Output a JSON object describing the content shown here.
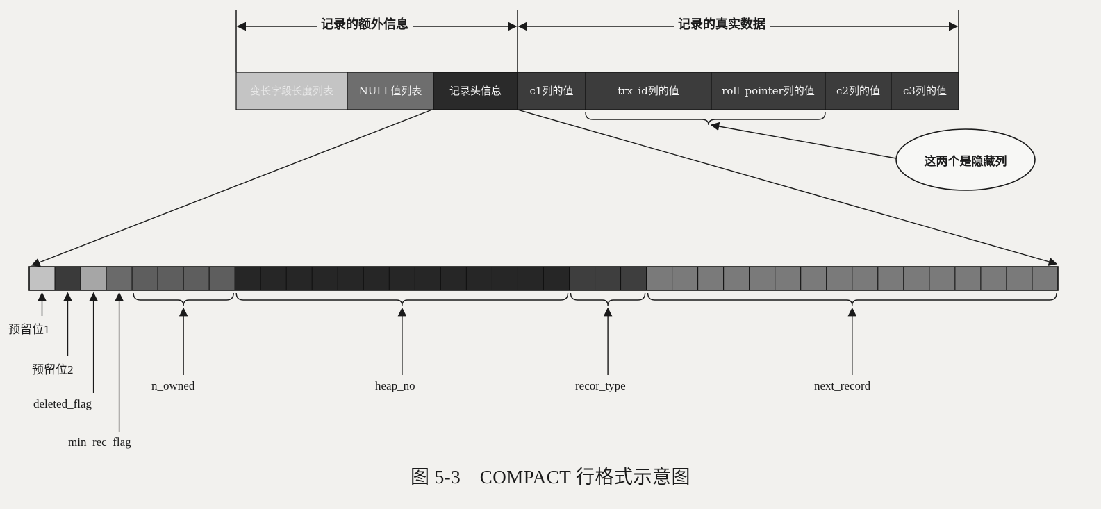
{
  "row": {
    "extra_info_label": "记录的额外信息",
    "real_data_label": "记录的真实数据",
    "cells": [
      {
        "label": "变长字段长度列表",
        "color": "#c4c4c4"
      },
      {
        "label": "NULL值列表",
        "color": "#6e6e6e"
      },
      {
        "label": "记录头信息",
        "color": "#2a2a2a"
      },
      {
        "label": "c1列的值",
        "color": "#3c3c3c"
      },
      {
        "label": "trx_id列的值",
        "color": "#3c3c3c"
      },
      {
        "label": "roll_pointer列的值",
        "color": "#3c3c3c"
      },
      {
        "label": "c2列的值",
        "color": "#3c3c3c"
      },
      {
        "label": "c3列的值",
        "color": "#3c3c3c"
      }
    ],
    "hidden_columns_note": "这两个是隐藏列"
  },
  "header_bits": {
    "fields": [
      {
        "label": "预留位1",
        "bits": 1,
        "color": "#c2c2c2"
      },
      {
        "label": "预留位2",
        "bits": 1,
        "color": "#3a3a3a"
      },
      {
        "label": "deleted_flag",
        "bits": 1,
        "color": "#a6a6a6"
      },
      {
        "label": "min_rec_flag",
        "bits": 1,
        "color": "#6a6a6a"
      },
      {
        "label": "n_owned",
        "bits": 4,
        "color": "#5e5e5e"
      },
      {
        "label": "heap_no",
        "bits": 13,
        "color": "#262626"
      },
      {
        "label": "recor_type",
        "bits": 3,
        "color": "#3e3e3e"
      },
      {
        "label": "next_record",
        "bits": 16,
        "color": "#7a7a7a"
      }
    ]
  },
  "caption": "图 5-3　COMPACT 行格式示意图"
}
